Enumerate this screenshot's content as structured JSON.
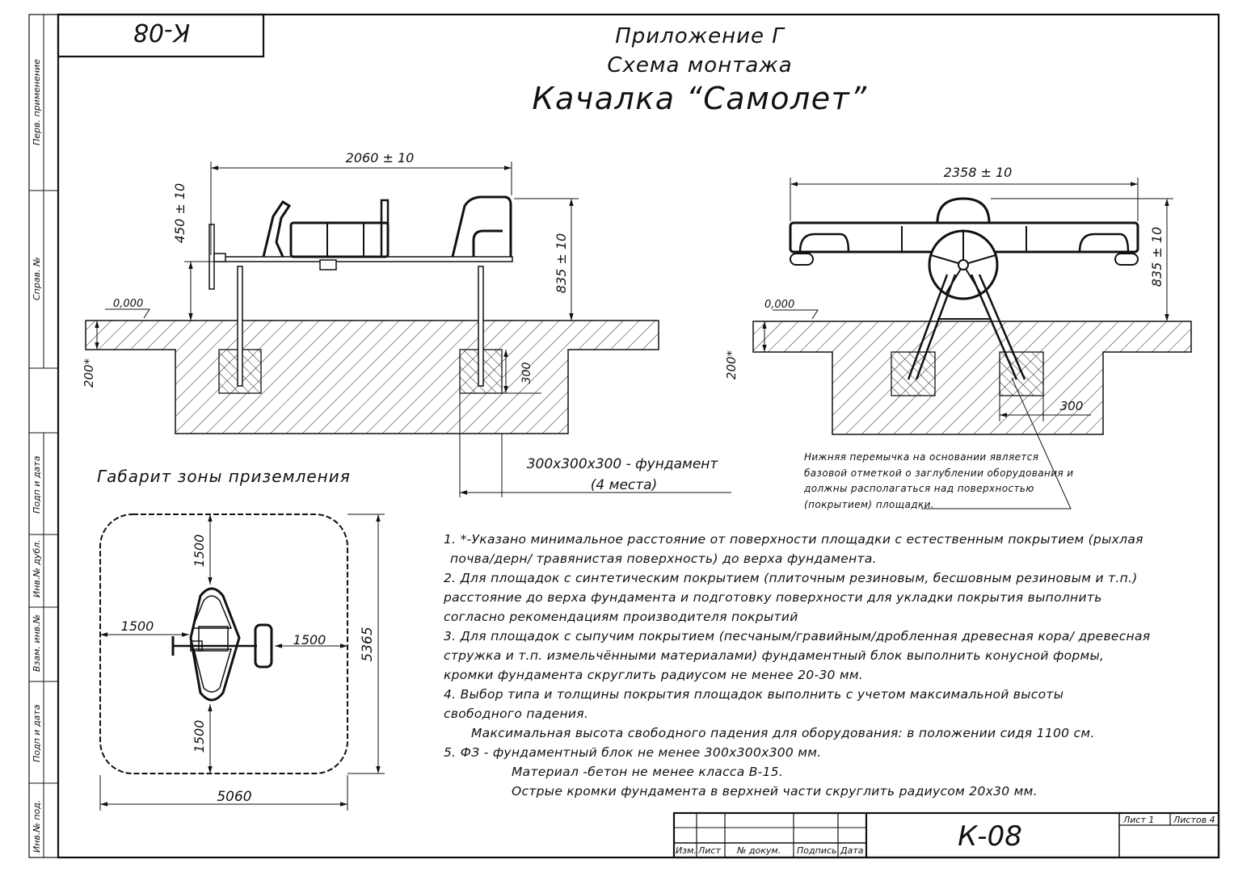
{
  "stamp": {
    "code_top": "К-08",
    "code_main": "К-08",
    "sheet": "Лист 1",
    "sheets": "Листов 4"
  },
  "title": {
    "line1": "Приложение Г",
    "line2": "Схема монтажа",
    "line3": "Качалка “Самолет”"
  },
  "side_labels": [
    "Перв. применение",
    "Справ. №",
    "Подп и дата",
    "Инв.№ дубл.",
    "Взам. инв.№",
    "Подп и дата",
    "Инв.№ под."
  ],
  "stamp_cols": [
    "Изм.",
    "Лист",
    "№ докум.",
    "Подпись",
    "Дата"
  ],
  "left_view": {
    "width": "2060",
    "height_top": "450",
    "height_total": "835",
    "level": "0,000",
    "depth": "200*",
    "found": "300",
    "tol": "10"
  },
  "right_view": {
    "width": "2358",
    "height_total": "835",
    "level": "0,000",
    "depth": "200*",
    "found": "300",
    "tol": "10"
  },
  "foundation": {
    "line1": "300x300x300 - фундамент",
    "line2": "(4 места)"
  },
  "bar_note": [
    "Нижняя перемычка на основании является",
    "базовой отметкой о заглублении оборудования и",
    "должны располагаться над поверхностью",
    "(покрытием) площадки."
  ],
  "zone": {
    "title": "Габарит зоны приземления",
    "top": "1500",
    "left": "1500",
    "right": "1500",
    "bottom": "1500",
    "height": "5365",
    "width": "5060"
  },
  "notes": [
    "1.    *-Указано минимальное расстояние от поверхности площадки с естественным покрытием (рыхлая",
    "почва/дерн/ травянистая поверхность) до верха фундамента.",
    "2.    Для площадок с синтетическим покрытием (плиточным резиновым, бесшовным резиновым и т.п.)",
    "расстояние до верха фундамента и подготовку поверхности для укладки покрытия выполнить",
    "согласно рекомендациям производителя покрытий",
    "3.    Для площадок с сыпучим покрытием (песчаным/гравийным/дробленная древесная кора/ древесная",
    "стружка и т.п. измельчёнными материалами) фундаментный блок выполнить конусной формы,",
    "кромки фундамента скруглить радиусом не менее 20-30 мм.",
    "4.    Выбор типа и толщины покрытия площадок выполнить с учетом максимальной высоты",
    "свободного падения.",
    "Максимальная высота свободного падения для оборудования: в положении сидя 1100 см.",
    "5.    ФЗ - фундаментный блок не менее 300x300x300 мм.",
    "Материал -бетон не менее класса В-15.",
    "Острые кромки фундамента в верхней части скруглить радиусом 20x30 мм."
  ]
}
